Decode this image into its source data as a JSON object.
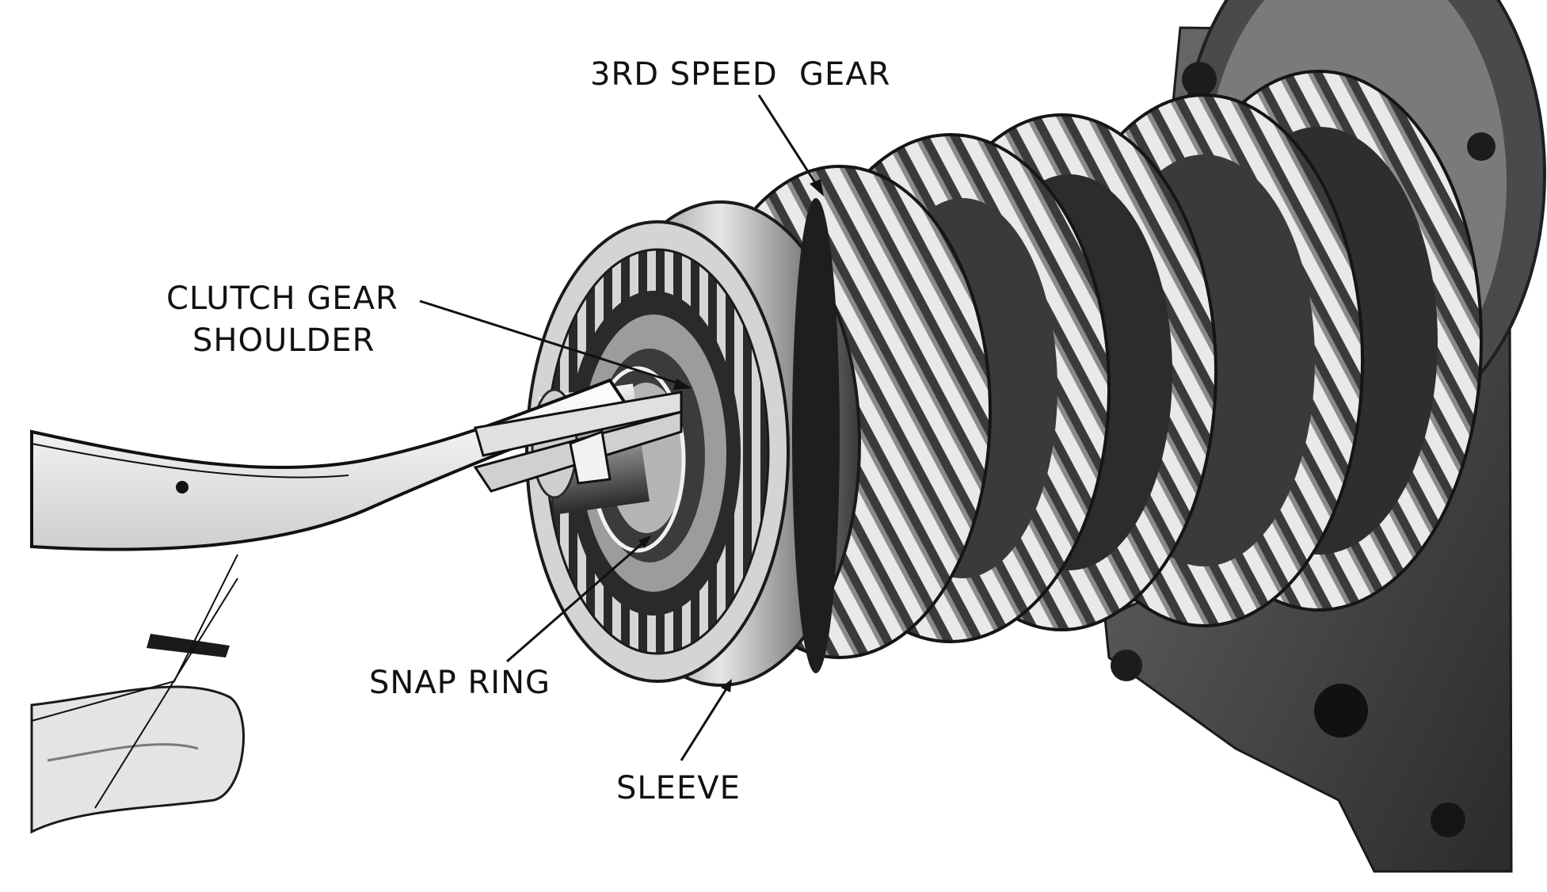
{
  "figure": {
    "labels": {
      "third_speed_gear": "3RD SPEED  GEAR",
      "clutch_gear_shoulder_line1": "CLUTCH GEAR",
      "clutch_gear_shoulder_line2": "SHOULDER",
      "snap_ring": "SNAP RING",
      "sleeve": "SLEEVE"
    }
  }
}
